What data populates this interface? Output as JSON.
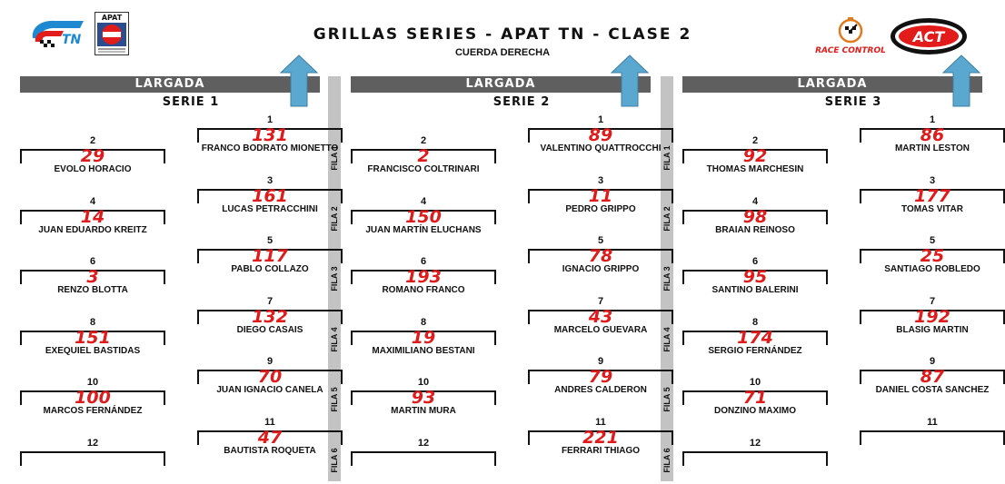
{
  "header": {
    "title": "GRILLAS SERIES - APAT TN - CLASE 2",
    "subtitle": "CUERDA DERECHA",
    "logos": {
      "tn": "TN",
      "apat": "APAT",
      "race_control": "RACE CONTROL",
      "act": "ACT"
    }
  },
  "colors": {
    "banner": "#5f5f5f",
    "divider": "#c3c3c3",
    "number": "#e01b1b",
    "arrow": "#5aa8cf"
  },
  "fila_labels": [
    "FILA 1",
    "FILA 2",
    "FILA 3",
    "FILA 4",
    "FILA 5",
    "FILA 6"
  ],
  "series": [
    {
      "banner": "LARGADA",
      "title": "SERIE 1",
      "positions": [
        {
          "pos": "1",
          "number": "131",
          "name": "FRANCO BODRATO MIONETTO"
        },
        {
          "pos": "2",
          "number": "29",
          "name": "EVOLO HORACIO"
        },
        {
          "pos": "3",
          "number": "161",
          "name": "LUCAS PETRACCHINI"
        },
        {
          "pos": "4",
          "number": "14",
          "name": "JUAN EDUARDO KREITZ"
        },
        {
          "pos": "5",
          "number": "117",
          "name": "PABLO COLLAZO"
        },
        {
          "pos": "6",
          "number": "3",
          "name": "RENZO BLOTTA"
        },
        {
          "pos": "7",
          "number": "132",
          "name": "DIEGO CASAIS"
        },
        {
          "pos": "8",
          "number": "151",
          "name": "EXEQUIEL BASTIDAS"
        },
        {
          "pos": "9",
          "number": "70",
          "name": "JUAN IGNACIO CANELA"
        },
        {
          "pos": "10",
          "number": "100",
          "name": "MARCOS FERNÁNDEZ"
        },
        {
          "pos": "11",
          "number": "47",
          "name": "BAUTISTA ROQUETA"
        },
        {
          "pos": "12",
          "number": "",
          "name": ""
        }
      ]
    },
    {
      "banner": "LARGADA",
      "title": "SERIE 2",
      "positions": [
        {
          "pos": "1",
          "number": "89",
          "name": "VALENTINO QUATTROCCHI"
        },
        {
          "pos": "2",
          "number": "2",
          "name": "FRANCISCO COLTRINARI"
        },
        {
          "pos": "3",
          "number": "11",
          "name": "PEDRO GRIPPO"
        },
        {
          "pos": "4",
          "number": "150",
          "name": "JUAN MARTÍN ELUCHANS"
        },
        {
          "pos": "5",
          "number": "78",
          "name": "IGNACIO GRIPPO"
        },
        {
          "pos": "6",
          "number": "193",
          "name": "ROMANO FRANCO"
        },
        {
          "pos": "7",
          "number": "43",
          "name": "MARCELO GUEVARA"
        },
        {
          "pos": "8",
          "number": "19",
          "name": "MAXIMILIANO BESTANI"
        },
        {
          "pos": "9",
          "number": "79",
          "name": "ANDRES CALDERON"
        },
        {
          "pos": "10",
          "number": "93",
          "name": "MARTIN MURA"
        },
        {
          "pos": "11",
          "number": "221",
          "name": "FERRARI THIAGO"
        },
        {
          "pos": "12",
          "number": "",
          "name": ""
        }
      ]
    },
    {
      "banner": "LARGADA",
      "title": "SERIE 3",
      "positions": [
        {
          "pos": "1",
          "number": "86",
          "name": "MARTIN LESTON"
        },
        {
          "pos": "2",
          "number": "92",
          "name": "THOMAS MARCHESIN"
        },
        {
          "pos": "3",
          "number": "177",
          "name": "TOMAS VITAR"
        },
        {
          "pos": "4",
          "number": "98",
          "name": "BRAIAN REINOSO"
        },
        {
          "pos": "5",
          "number": "25",
          "name": "SANTIAGO ROBLEDO"
        },
        {
          "pos": "6",
          "number": "95",
          "name": "SANTINO BALERINI"
        },
        {
          "pos": "7",
          "number": "192",
          "name": "BLASIG MARTIN"
        },
        {
          "pos": "8",
          "number": "174",
          "name": "SERGIO FERNÁNDEZ"
        },
        {
          "pos": "9",
          "number": "87",
          "name": "DANIEL COSTA SANCHEZ"
        },
        {
          "pos": "10",
          "number": "71",
          "name": "DONZINO MAXIMO"
        },
        {
          "pos": "11",
          "number": "",
          "name": ""
        },
        {
          "pos": "12",
          "number": "",
          "name": ""
        }
      ]
    }
  ]
}
